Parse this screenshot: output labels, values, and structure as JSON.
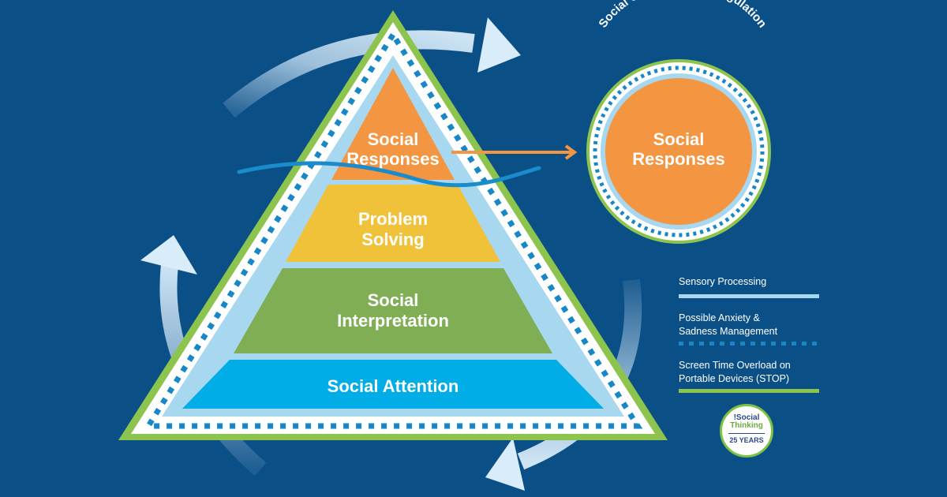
{
  "colors": {
    "background": "#0b4f87",
    "orange": "#f39541",
    "yellow": "#f0c23a",
    "green": "#7fae55",
    "blue": "#00ade6",
    "light_blue": "#a8d8f0",
    "border_green": "#8dc44e",
    "dot_blue": "#1787c8",
    "wave_blue": "#1a8ccc"
  },
  "pyramid": {
    "levels": [
      {
        "line1": "Social",
        "line2": "Responses"
      },
      {
        "line1": "Problem",
        "line2": "Solving"
      },
      {
        "line1": "Social",
        "line2": "Interpretation"
      },
      {
        "line1": "Social Attention",
        "line2": ""
      }
    ]
  },
  "circle": {
    "arc_title": "Social Cognition Self-Regulation",
    "line1": "Social",
    "line2": "Responses"
  },
  "legend": [
    {
      "label_line1": "Sensory Processing",
      "label_line2": "",
      "style": "solid-light-blue"
    },
    {
      "label_line1": "Possible Anxiety &",
      "label_line2": "Sadness Management",
      "style": "dotted-blue"
    },
    {
      "label_line1": "Screen Time Overload on",
      "label_line2": "Portable Devices (STOP)",
      "style": "solid-green"
    }
  ],
  "badge": {
    "line1": "!Social",
    "line2": "Thinking",
    "years": "25 YEARS"
  }
}
